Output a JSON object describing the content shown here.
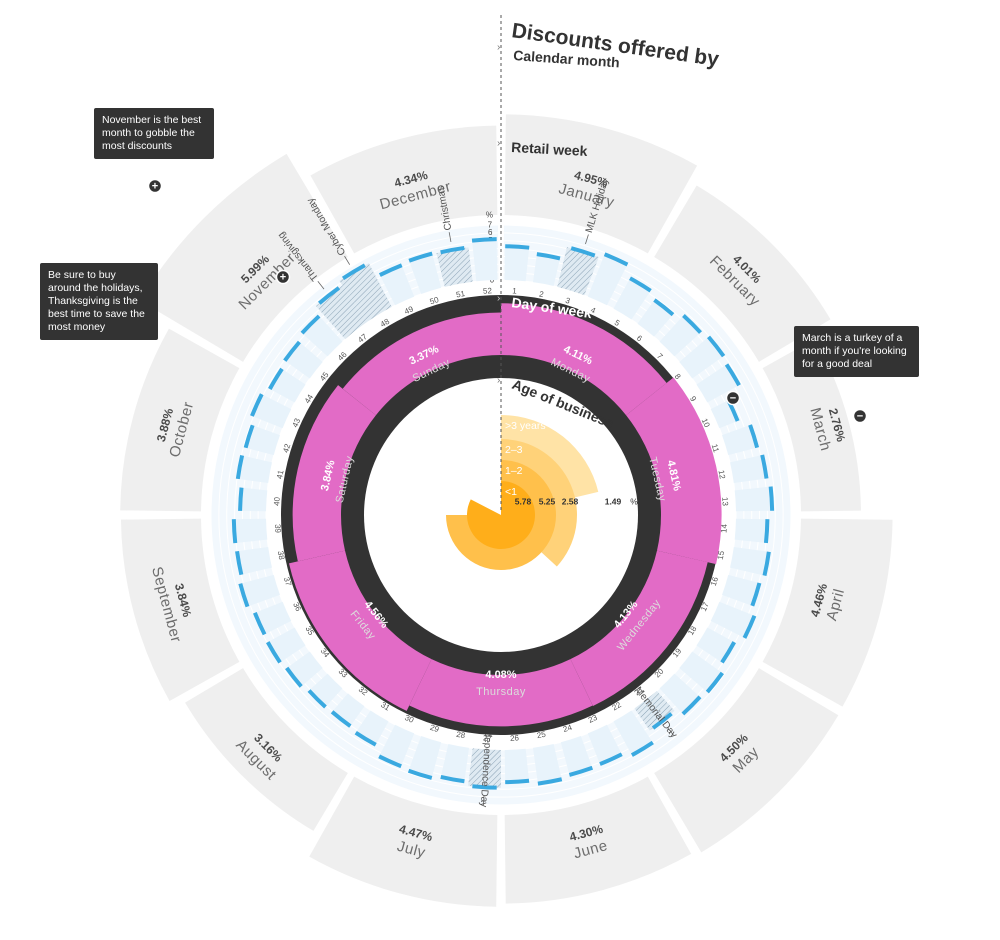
{
  "chart_data": {
    "type": "radial",
    "title": "Discounts offered by",
    "sections": {
      "calendar_month": "Calendar month",
      "retail_week": "Retail week",
      "day_of_week": "Day of week",
      "age_of_business": "Age of business"
    },
    "months": [
      {
        "name": "January",
        "value": "4.95%"
      },
      {
        "name": "February",
        "value": "4.01%"
      },
      {
        "name": "March",
        "value": "2.76%"
      },
      {
        "name": "April",
        "value": "4.46%"
      },
      {
        "name": "May",
        "value": "4.50%"
      },
      {
        "name": "June",
        "value": "4.30%"
      },
      {
        "name": "July",
        "value": "4.47%"
      },
      {
        "name": "August",
        "value": "3.16%"
      },
      {
        "name": "September",
        "value": "3.84%"
      },
      {
        "name": "October",
        "value": "3.88%"
      },
      {
        "name": "November",
        "value": "5.99%"
      },
      {
        "name": "December",
        "value": "4.34%"
      }
    ],
    "week_axis": {
      "unit": "%",
      "ticks": [
        "0",
        "1",
        "2",
        "3",
        "4",
        "5",
        "6",
        "7"
      ],
      "max": 7
    },
    "weeks": [
      {
        "week": "1",
        "value": 4.3
      },
      {
        "week": "2",
        "value": 3.6
      },
      {
        "week": "3",
        "value": 5.2
      },
      {
        "week": "4",
        "value": 5.8
      },
      {
        "week": "5",
        "value": 4.4
      },
      {
        "week": "6",
        "value": 3.7
      },
      {
        "week": "7",
        "value": 4.5
      },
      {
        "week": "8",
        "value": 4.9
      },
      {
        "week": "9",
        "value": 4.6
      },
      {
        "week": "10",
        "value": 2.5
      },
      {
        "week": "11",
        "value": 3.8
      },
      {
        "week": "12",
        "value": 4.2
      },
      {
        "week": "13",
        "value": 4.6
      },
      {
        "week": "14",
        "value": 4.0
      },
      {
        "week": "15",
        "value": 4.5
      },
      {
        "week": "16",
        "value": 4.1
      },
      {
        "week": "17",
        "value": 4.8
      },
      {
        "week": "18",
        "value": 3.9
      },
      {
        "week": "19",
        "value": 4.7
      },
      {
        "week": "20",
        "value": 4.4
      },
      {
        "week": "21",
        "value": 3.4
      },
      {
        "week": "22",
        "value": 4.9
      },
      {
        "week": "23",
        "value": 4.2
      },
      {
        "week": "24",
        "value": 4.3
      },
      {
        "week": "25",
        "value": 4.6
      },
      {
        "week": "26",
        "value": 4.1
      },
      {
        "week": "27",
        "value": 4.8
      },
      {
        "week": "28",
        "value": 4.3
      },
      {
        "week": "29",
        "value": 4.7
      },
      {
        "week": "30",
        "value": 4.5
      },
      {
        "week": "31",
        "value": 3.4
      },
      {
        "week": "32",
        "value": 3.1
      },
      {
        "week": "33",
        "value": 3.2
      },
      {
        "week": "34",
        "value": 3.6
      },
      {
        "week": "35",
        "value": 3.9
      },
      {
        "week": "36",
        "value": 3.8
      },
      {
        "week": "37",
        "value": 4.4
      },
      {
        "week": "38",
        "value": 4.0
      },
      {
        "week": "39",
        "value": 4.1
      },
      {
        "week": "40",
        "value": 3.3
      },
      {
        "week": "41",
        "value": 3.9
      },
      {
        "week": "42",
        "value": 3.7
      },
      {
        "week": "43",
        "value": 4.2
      },
      {
        "week": "44",
        "value": 3.6
      },
      {
        "week": "45",
        "value": 3.9
      },
      {
        "week": "46",
        "value": 4.4
      },
      {
        "week": "47",
        "value": 5.6
      },
      {
        "week": "48",
        "value": 6.3
      },
      {
        "week": "49",
        "value": 4.3
      },
      {
        "week": "50",
        "value": 4.5
      },
      {
        "week": "51",
        "value": 4.4
      },
      {
        "week": "52",
        "value": 5.2
      }
    ],
    "holidays": [
      {
        "name": "MLK Holiday",
        "week": "3"
      },
      {
        "name": "Pre-Memorial Day",
        "week": "21"
      },
      {
        "name": "Independence Day",
        "week": "27"
      },
      {
        "name": "Thanksgiving",
        "week": "47"
      },
      {
        "name": "Cyber Monday",
        "week": "48"
      },
      {
        "name": "Christmas",
        "week": "51"
      }
    ],
    "days": [
      {
        "name": "Monday",
        "value": 4.11,
        "label": "4.11%"
      },
      {
        "name": "Tuesday",
        "value": 4.81,
        "label": "4.81%"
      },
      {
        "name": "Wednesday",
        "value": 4.13,
        "label": "4.13%"
      },
      {
        "name": "Thursday",
        "value": 4.08,
        "label": "4.08%"
      },
      {
        "name": "Friday",
        "value": 4.56,
        "label": "4.56%"
      },
      {
        "name": "Saturday",
        "value": 3.84,
        "label": "3.84%"
      },
      {
        "name": "Sunday",
        "value": 3.37,
        "label": "3.37%"
      }
    ],
    "age_of_business": {
      "unit": "%",
      "groups": [
        {
          "name": ">3 years",
          "value": 1.49,
          "label": "1.49"
        },
        {
          "name": "2–3",
          "value": 2.58,
          "label": "2.58"
        },
        {
          "name": "1–2",
          "value": 5.25,
          "label": "5.25"
        },
        {
          "name": "<1",
          "value": 5.78,
          "label": "5.78"
        }
      ]
    }
  },
  "callouts": [
    {
      "text": "November is the best month to gobble the most discounts",
      "marker": "+"
    },
    {
      "text": "Be sure to buy around the holidays, Thanksgiving is the best time to save the most money",
      "marker": "+"
    },
    {
      "text": "March is a turkey of a month if you're looking for a good deal",
      "marker": "−"
    }
  ],
  "colors": {
    "month_band": "#efefef",
    "week_bg": "#e8f3fb",
    "week_bar": "#3aa9e0",
    "day_ring": "#333333",
    "day_bar": "#e26bc6",
    "age_colors": [
      "#ffe3a6",
      "#ffd279",
      "#ffc04b",
      "#ffae1a"
    ],
    "callout_bg": "#333333"
  }
}
